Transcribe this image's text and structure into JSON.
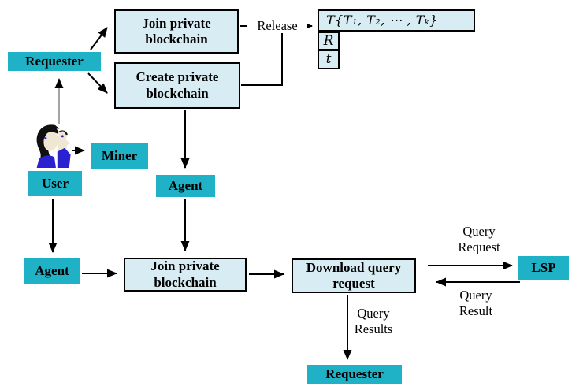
{
  "figure": {
    "type": "flow-diagram",
    "colors": {
      "node_fill": "#1fb1c6",
      "process_fill": "#d8edf3",
      "process_border": "#000000",
      "arrow": "#000000",
      "user_arrow_line": "#9b9b9b",
      "text": "#000000"
    },
    "nodes": {
      "requester_top": {
        "label": "Requester"
      },
      "join_top": {
        "label": "Join private blockchain"
      },
      "create_private": {
        "label": "Create private blockchain"
      },
      "release_tuple": {
        "label": "T{T₁,  T₂,  ⋯ ,  Tₖ}"
      },
      "release_r": {
        "label": "R"
      },
      "release_t": {
        "label": "t"
      },
      "miner": {
        "label": "Miner"
      },
      "user": {
        "label": "User"
      },
      "agent_upper": {
        "label": "Agent"
      },
      "agent_lower": {
        "label": "Agent"
      },
      "join_bottom": {
        "label": "Join private blockchain"
      },
      "download": {
        "label": "Download query request"
      },
      "lsp": {
        "label": "LSP"
      },
      "requester_bottom": {
        "label": "Requester"
      }
    },
    "edge_labels": {
      "release": "Release",
      "query_request": "Query\nRequest",
      "query_result": "Query\nResult",
      "query_results": "Query\nResults"
    },
    "icons": {
      "user_person": "two-person-profile-icon"
    }
  }
}
